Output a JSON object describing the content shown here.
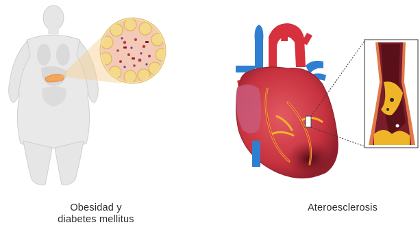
{
  "captions": {
    "left_line1": "Obesidad y",
    "left_line2": "diabetes mellitus",
    "right": "Ateroesclerosis"
  },
  "colors": {
    "body_fill": "#e9e9e9",
    "body_stroke": "#c9c9c9",
    "organ": "#d8d8d8",
    "pancreas": "#f2a65a",
    "fat_cell": "#f5d98a",
    "fat_cell_stroke": "#d9b14a",
    "vessel_red": "#d6313d",
    "vessel_blue": "#2f7fd1",
    "heart_red": "#c8384a",
    "heart_dark": "#7a1d2a",
    "plaque": "#f0b429",
    "zoom_frame": "#444444"
  },
  "icons": [
    "human-figure-icon",
    "adipose-tissue-icon",
    "heart-icon",
    "artery-section-icon"
  ]
}
